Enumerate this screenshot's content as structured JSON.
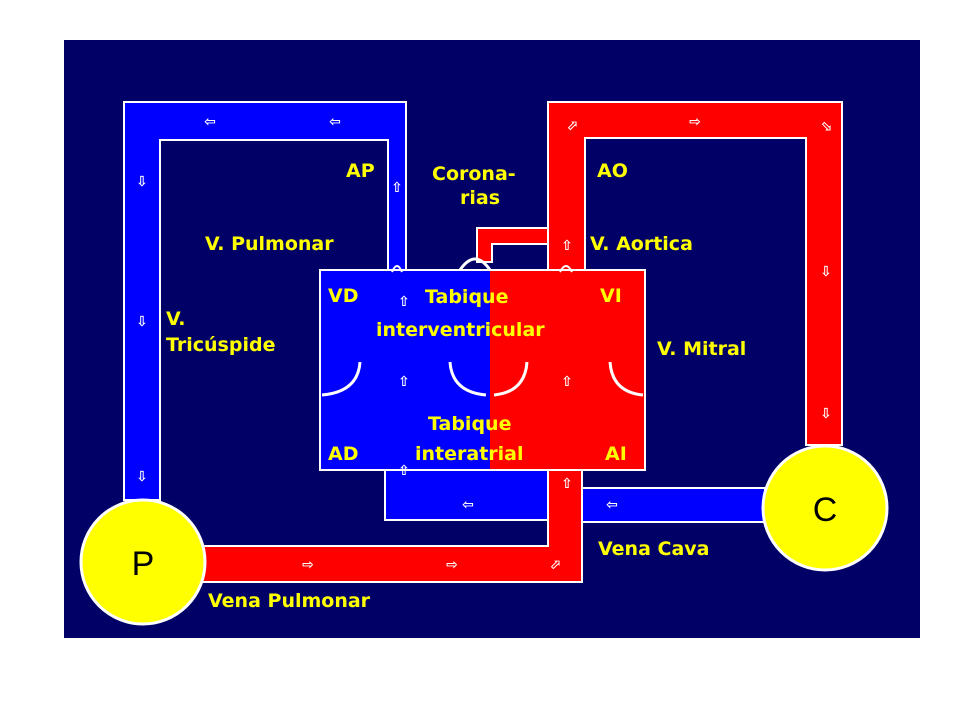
{
  "colors": {
    "background": "#000066",
    "pulmonary_blue": "#0000ff",
    "systemic_red": "#ff0000",
    "outline": "#ffffff",
    "label": "#ffff00",
    "node": "#ffff00"
  },
  "nodes": {
    "pulmonary": "P",
    "systemic": "C"
  },
  "labels": {
    "ap": "AP",
    "ao": "AO",
    "coronarias_1": "Corona-",
    "coronarias_2": "rias",
    "v_pulmonar": "V. Pulmonar",
    "v_aortica": "V. Aortica",
    "vd": "VD",
    "vi": "VI",
    "tabique_interventricular_1": "Tabique",
    "tabique_interventricular_2": "interventricular",
    "v_tricuspide_1": "V.",
    "v_tricuspide_2": "Tricúspide",
    "v_mitral": "V. Mitral",
    "tabique_interatrial_1": "Tabique",
    "tabique_interatrial_2": "interatrial",
    "ad": "AD",
    "ai": "AI",
    "vena_cava": "Vena Cava",
    "vena_pulmonar": "Vena Pulmonar"
  },
  "icons": {
    "arrow_left": "⇦",
    "arrow_right": "⇨",
    "arrow_up": "⇧",
    "arrow_down": "⇩",
    "arrow_up_right": "⬀",
    "arrow_down_right": "⬂"
  }
}
